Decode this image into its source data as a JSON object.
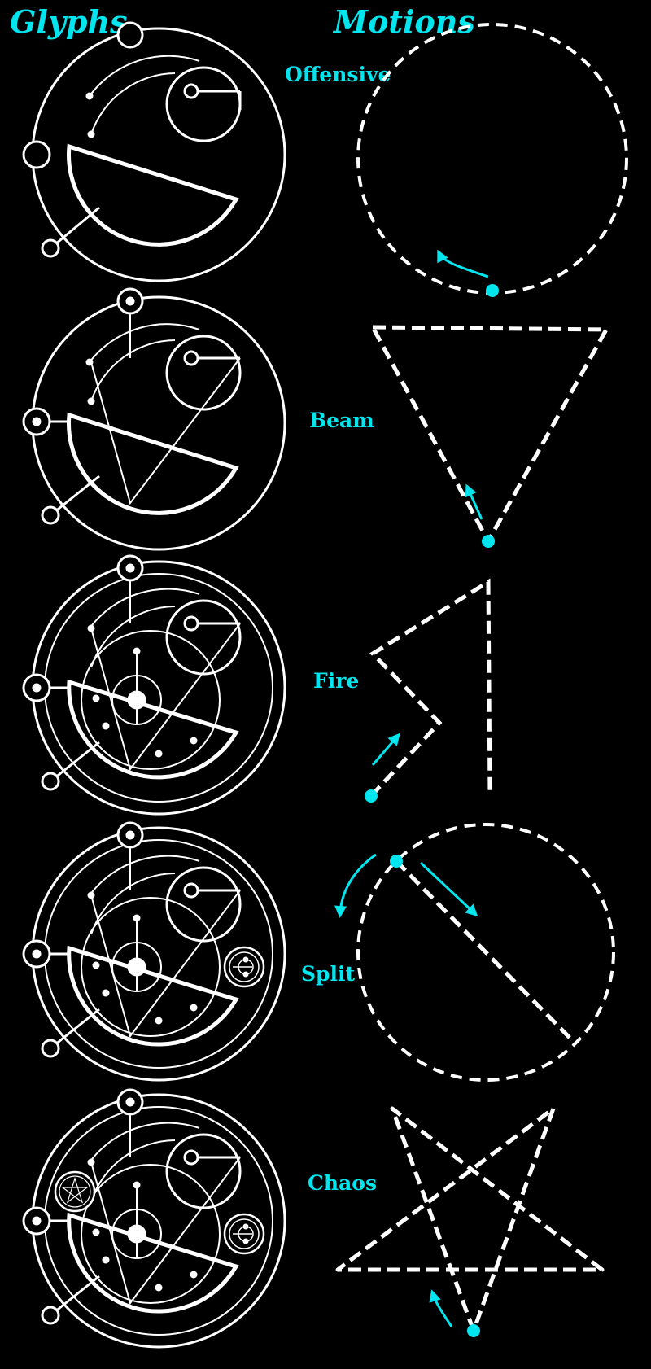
{
  "headers": {
    "glyphs": "Glyphs",
    "motions": "Motions"
  },
  "colors": {
    "accent": "#00e5ee",
    "line": "#ffffff",
    "background": "#000000"
  },
  "rows": [
    {
      "name": "offensive",
      "label": "Offensive",
      "motion": "circle"
    },
    {
      "name": "beam",
      "label": "Beam",
      "motion": "triangle"
    },
    {
      "name": "fire",
      "label": "Fire",
      "motion": "zigzag"
    },
    {
      "name": "split",
      "label": "Split",
      "motion": "circle-with-chord"
    },
    {
      "name": "chaos",
      "label": "Chaos",
      "motion": "pentagram"
    }
  ]
}
